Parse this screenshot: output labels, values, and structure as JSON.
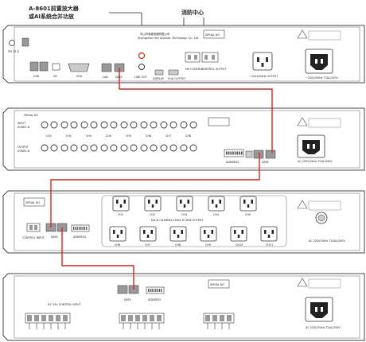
{
  "annotations": {
    "amp_note_line1": "A-8601前置放大器",
    "amp_note_line2": "或AI系统合并功放",
    "fire_center": "消防中心"
  },
  "unit1": {
    "company_cn": "中山市惠威电器有限公司",
    "company_en": "Zhongshan HiVi Acoustic Technology Co., Ltd",
    "serial_label": "SERIAL NO",
    "fm_label": "FM 75 Ω",
    "port_usb": "USB",
    "port_sd": "SD",
    "port_vga": "VGA",
    "port_lan": "LAN",
    "port_data": "DATA",
    "port_line_out": "LINE OUT",
    "port_display": "DISPLAY",
    "port_vga_output": "VGA OUTPUT",
    "port_em_control": "EM CONTROL",
    "port_control_output": "CONTROL OUTPUT",
    "outlet_label": "~220V/50Hz OUTPUT",
    "power_label": "~220V/50Hz T2AL/250V"
  },
  "unit2": {
    "serial_label": "SERIAL NO",
    "input_label": "INPUT",
    "input_range": "ZONE1-8",
    "output_label": "OUTPUT",
    "output_range": "ZONE1-8",
    "channels": [
      "CH1",
      "CH2",
      "CH3",
      "CH4",
      "CH5",
      "CH6",
      "CH7",
      "CH8"
    ],
    "address_label": "ADDRESS",
    "data_label": "DATA",
    "power_label": "AC 220V/50Hz T2AL/250V"
  },
  "unit3": {
    "serial_label": "SERIAL NO",
    "control_input": "CONTROL INPUT",
    "data_label": "DATA",
    "address_label": "ADDRESS",
    "top_outlets": [
      "CH1",
      "CH2",
      "CH3",
      "CH4",
      "CH5"
    ],
    "caption": "EACH CHANNELS MAX IS 2KW OUTPUT",
    "bottom_outlets": [
      "CH6",
      "CH7",
      "CH8",
      "CH9",
      "CH10",
      "CH11"
    ],
    "power_label": "AC 220V/50Hz T10AL/250V"
  },
  "unit4": {
    "serial_label": "SERIAL NO",
    "data_label": "DATA",
    "address_label": "ADDRESS",
    "control_label": "DC 24V CONTROL INPUT",
    "power_label": "AC 220V/50Hz T2AL/250V"
  },
  "colors": {
    "cable": "#d8251d",
    "panel_stroke": "#444444",
    "connector_fill": "#999999"
  }
}
